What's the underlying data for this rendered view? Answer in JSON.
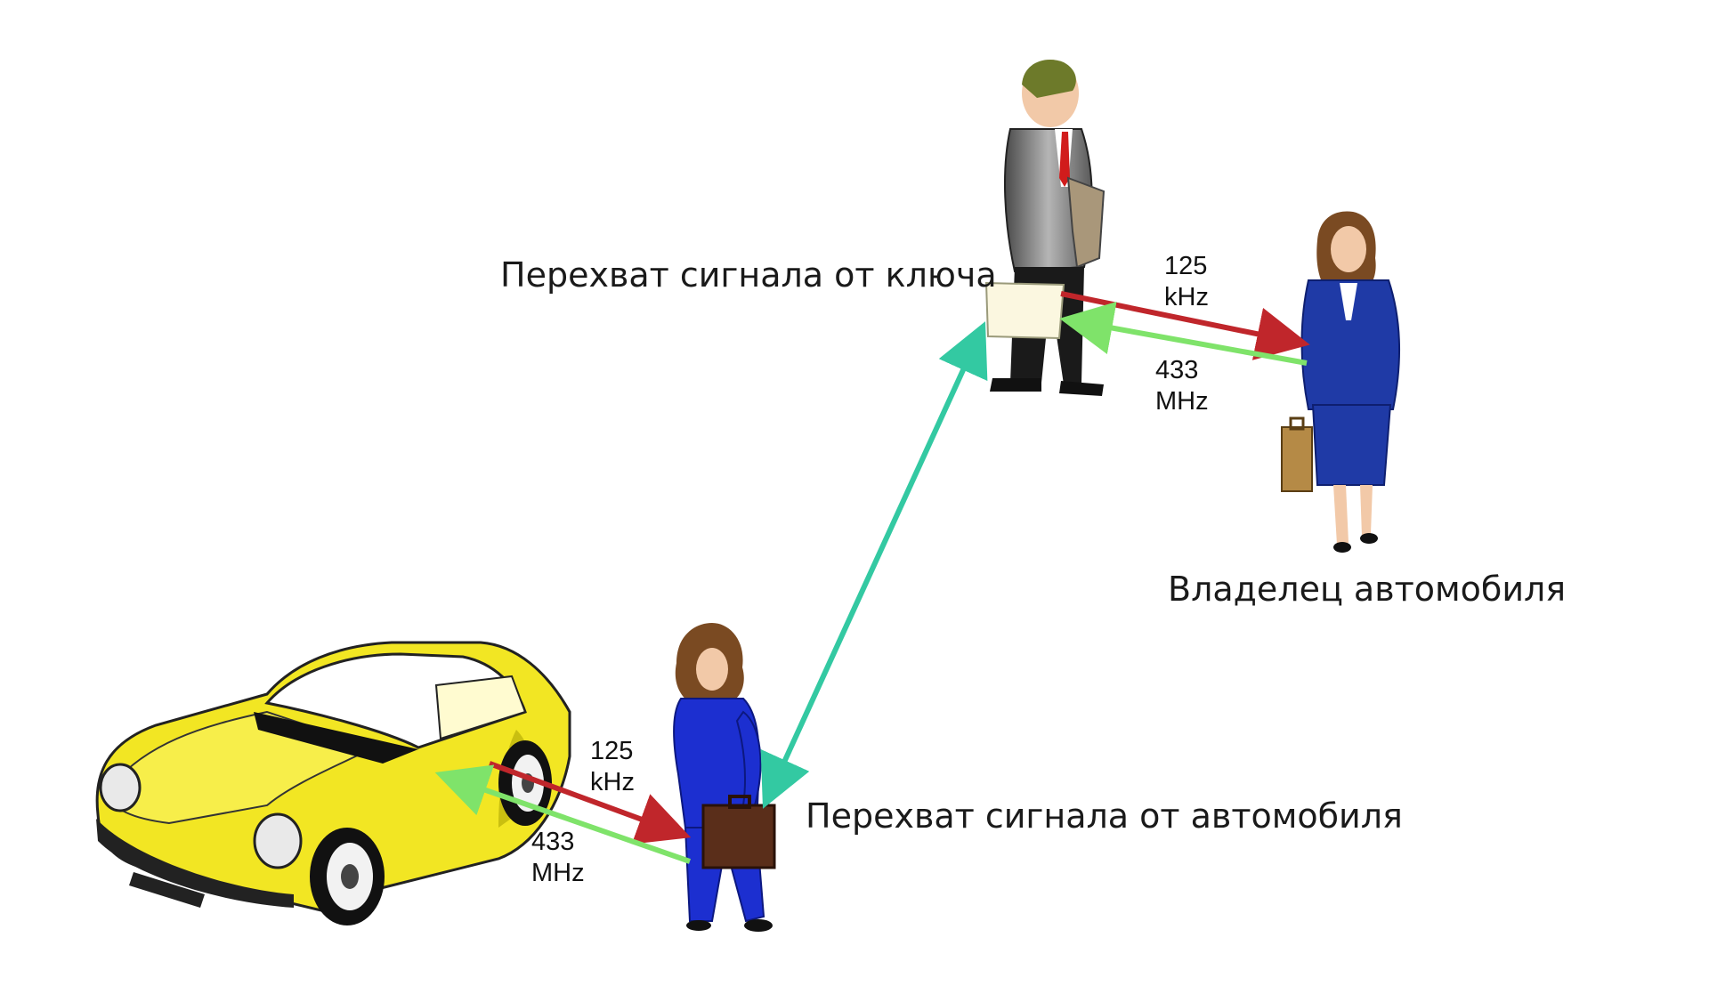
{
  "labels": {
    "relay_key": "Перехват сигнала от ключа",
    "relay_car": "Перехват сигнала от автомобиля",
    "owner": "Владелец автомобиля"
  },
  "frequencies": {
    "upper_lf": [
      "125",
      "kHz"
    ],
    "upper_uhf": [
      "433",
      "MHz"
    ],
    "lower_lf": [
      "125",
      "kHz"
    ],
    "lower_uhf": [
      "433",
      "MHz"
    ]
  },
  "colors": {
    "background": "#ffffff",
    "lf_signal": "#c0262b",
    "uhf_signal": "#7fe36a",
    "relay_link": "#33c9a2",
    "car_body": "#f2e623",
    "owner_suit": "#1f3aa6",
    "relay_car_suit": "#1c2fd0",
    "relay_key_suit": "#8d8d8d",
    "case": "#5a2e1a"
  },
  "icons": [
    "car-icon",
    "person-relay-key-icon",
    "person-owner-icon",
    "person-relay-car-icon",
    "briefcase-icon",
    "document-device-icon"
  ]
}
